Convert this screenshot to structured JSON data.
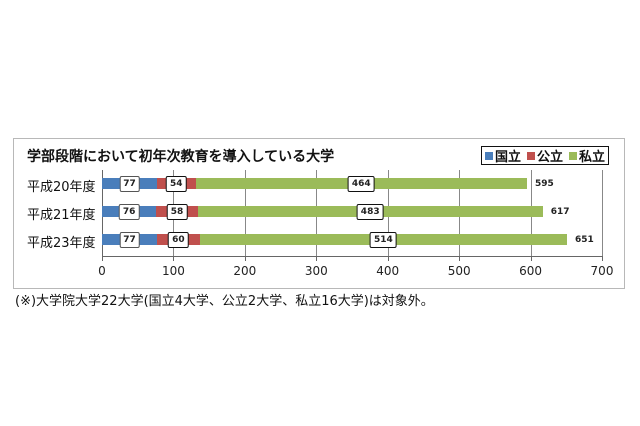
{
  "chart_data": {
    "type": "bar",
    "orientation": "horizontal",
    "stacked": true,
    "title": "学部段階において初年次教育を導入している大学",
    "categories": [
      "平成20年度",
      "平成21年度",
      "平成23年度"
    ],
    "series": [
      {
        "name": "国立",
        "color": "#4a7ebb",
        "values": [
          77,
          76,
          77
        ]
      },
      {
        "name": "公立",
        "color": "#c0504d",
        "values": [
          54,
          58,
          60
        ]
      },
      {
        "name": "私立",
        "color": "#9bbb59",
        "values": [
          464,
          483,
          514
        ]
      }
    ],
    "totals": [
      595,
      617,
      651
    ],
    "xlabel": "",
    "ylabel": "",
    "xlim": [
      0,
      700
    ],
    "xticks": [
      0,
      100,
      200,
      300,
      400,
      500,
      600,
      700
    ],
    "grid": true,
    "legend_position": "top-right",
    "footnote": "(※)大学院大学22大学(国立4大学、公立2大学、私立16大学)は対象外。"
  }
}
